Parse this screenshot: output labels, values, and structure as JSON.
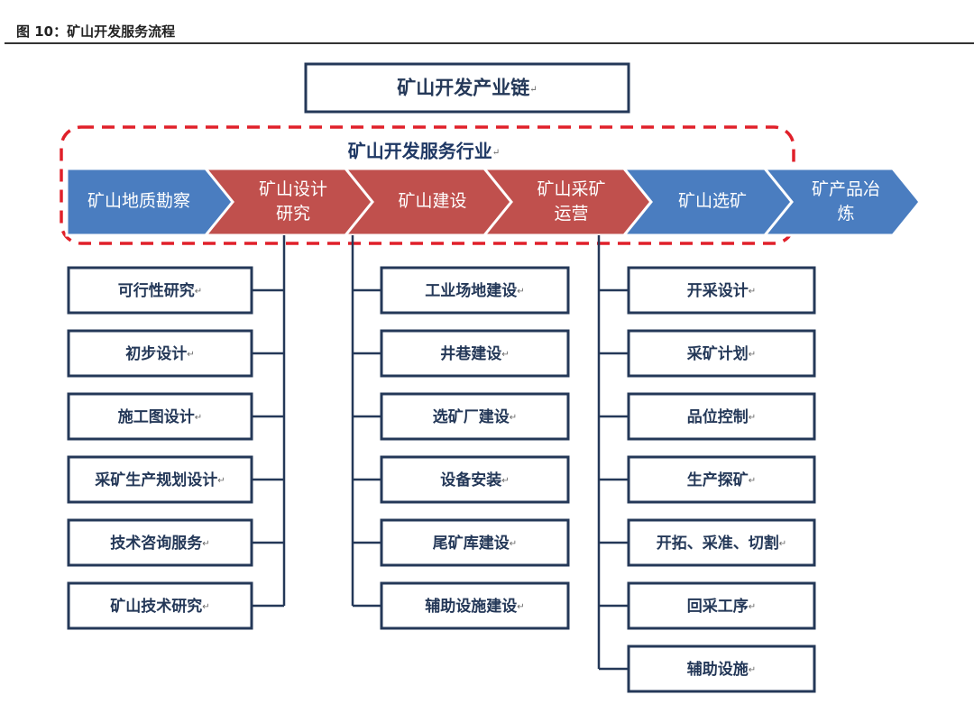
{
  "figure": {
    "title": "图 10：矿山开发服务流程"
  },
  "diagram": {
    "top_box": "矿山开发产业链",
    "band_label": "矿山开发服务行业",
    "colors": {
      "blue": "#4a7dc0",
      "red": "#c0504d",
      "dashed": "#e0202a",
      "box_border": "#243858",
      "connector": "#243858"
    },
    "stages": [
      {
        "lines": [
          "矿山地质勘察"
        ],
        "color": "blue"
      },
      {
        "lines": [
          "矿山设计",
          "研究"
        ],
        "color": "red"
      },
      {
        "lines": [
          "矿山建设"
        ],
        "color": "red"
      },
      {
        "lines": [
          "矿山采矿",
          "运营"
        ],
        "color": "red"
      },
      {
        "lines": [
          "矿山选矿"
        ],
        "color": "blue"
      },
      {
        "lines": [
          "矿产品冶",
          "炼"
        ],
        "color": "blue"
      }
    ],
    "branches": [
      {
        "parent": "矿山设计研究",
        "items": [
          "可行性研究",
          "初步设计",
          "施工图设计",
          "采矿生产规划设计",
          "技术咨询服务",
          "矿山技术研究"
        ]
      },
      {
        "parent": "矿山建设",
        "items": [
          "工业场地建设",
          "井巷建设",
          "选矿厂建设",
          "设备安装",
          "尾矿库建设",
          "辅助设施建设"
        ]
      },
      {
        "parent": "矿山采矿运营",
        "items": [
          "开采设计",
          "采矿计划",
          "品位控制",
          "生产探矿",
          "开拓、采准、切割",
          "回采工序",
          "辅助设施"
        ]
      }
    ]
  }
}
